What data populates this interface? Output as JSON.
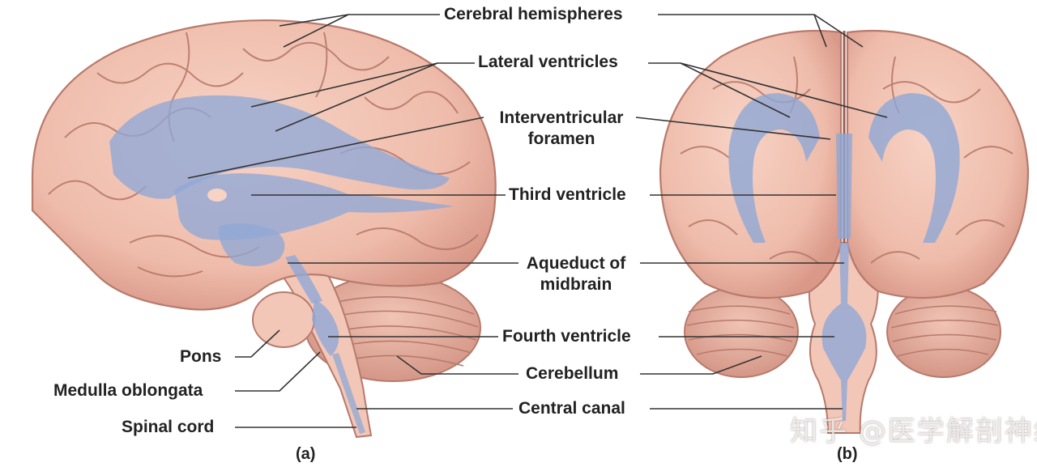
{
  "labels": {
    "cerebral_hemispheres": "Cerebral hemispheres",
    "lateral_ventricles": "Lateral ventricles",
    "interventricular_foramen": "Interventricular\nforamen",
    "third_ventricle": "Third ventricle",
    "aqueduct_of_midbrain": "Aqueduct of\nmidbrain",
    "fourth_ventricle": "Fourth ventricle",
    "cerebellum": "Cerebellum",
    "central_canal": "Central canal",
    "pons": "Pons",
    "medulla_oblongata": "Medulla oblongata",
    "spinal_cord": "Spinal cord"
  },
  "captions": {
    "a": "(a)",
    "b": "(b)"
  },
  "watermark": "知乎 @医学解剖神经时讯",
  "colors": {
    "brain": "#f0bfae",
    "brain_shadow": "#d99786",
    "sulcus": "#b87566",
    "ventricle": "#8fa8d6",
    "cerebellum": "#e8b3a3",
    "leader": "#333333"
  }
}
